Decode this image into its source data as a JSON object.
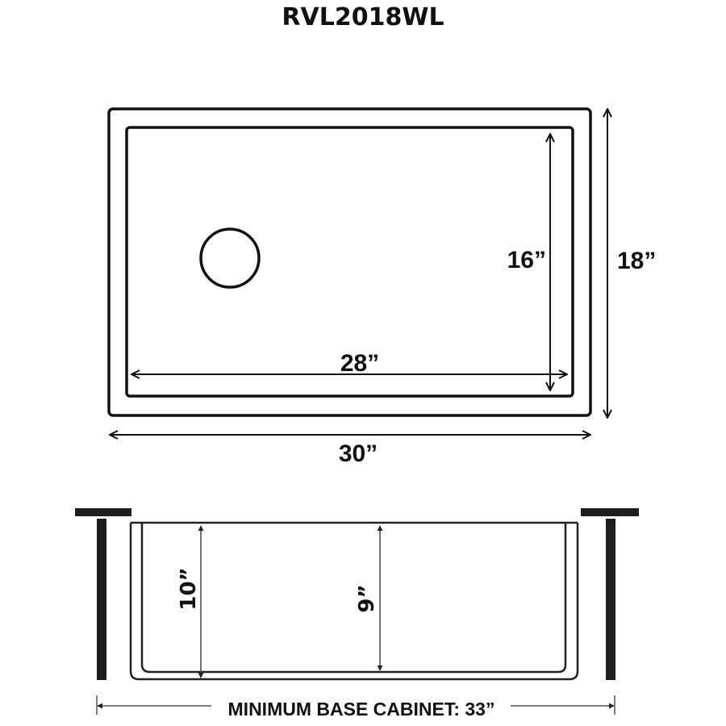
{
  "title": "RVL2018WL",
  "colors": {
    "line": "#111111",
    "thin_line": "#333333",
    "background": "#ffffff"
  },
  "top_view": {
    "outer_width_label": "30”",
    "outer_depth_label": "18”",
    "inner_width_label": "28”",
    "inner_depth_label": "16”",
    "drain_icon": "drain-circle"
  },
  "side_view": {
    "outer_height_label": "10”",
    "inner_height_label": "9”",
    "cabinet_label": "MINIMUM BASE CABINET: 33”"
  }
}
